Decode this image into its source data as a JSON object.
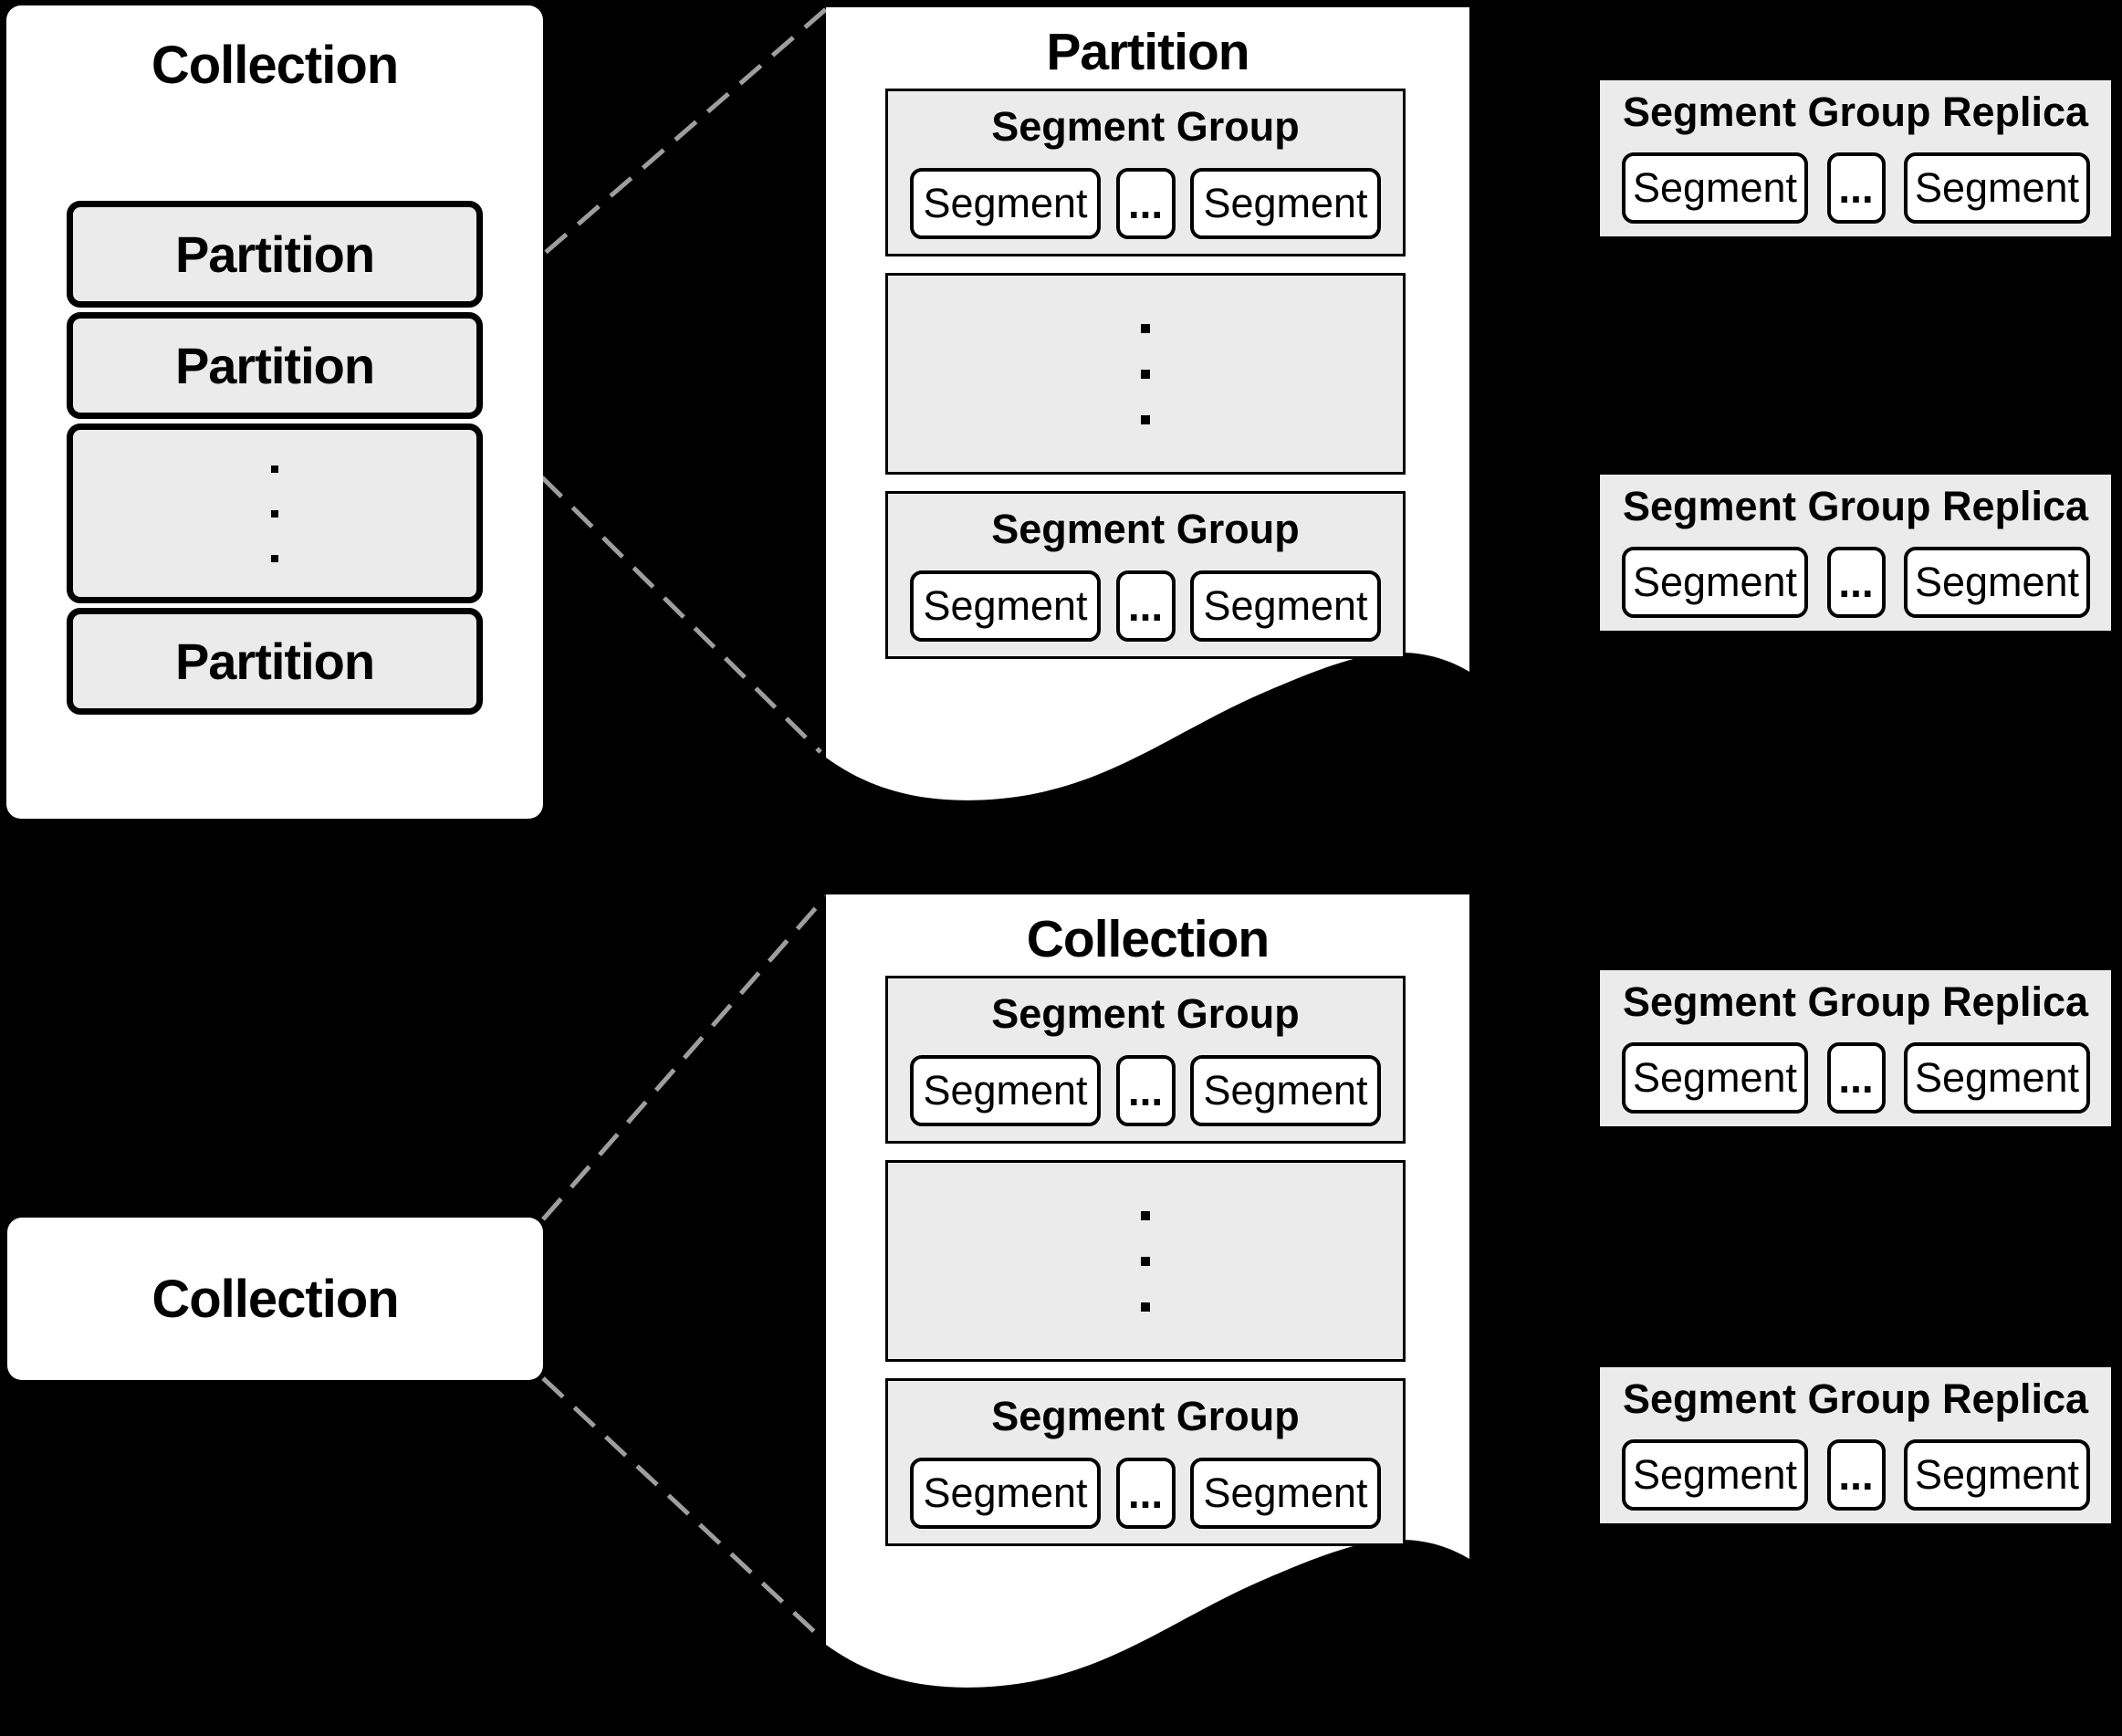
{
  "colors": {
    "background": "#000000",
    "panel_fill": "#ffffff",
    "box_fill": "#ebebeb",
    "border": "#000000",
    "dashed_line": "#9e9e9e"
  },
  "top": {
    "collection_panel": {
      "title": "Collection",
      "partition_labels": [
        "Partition",
        "Partition",
        "Partition"
      ],
      "vertical_ellipsis": "⋮"
    },
    "partition_document": {
      "title": "Partition",
      "segment_group_top": {
        "title": "Segment Group",
        "segment_left": "Segment",
        "ellipsis": "...",
        "segment_right": "Segment"
      },
      "vertical_ellipsis": "⋮",
      "segment_group_bottom": {
        "title": "Segment Group",
        "segment_left": "Segment",
        "ellipsis": "...",
        "segment_right": "Segment"
      }
    },
    "replica_top": {
      "title": "Segment Group Replica",
      "segment_left": "Segment",
      "ellipsis": "...",
      "segment_right": "Segment"
    },
    "replica_bottom": {
      "title": "Segment Group Replica",
      "segment_left": "Segment",
      "ellipsis": "...",
      "segment_right": "Segment"
    }
  },
  "bottom": {
    "collection_box": {
      "title": "Collection"
    },
    "collection_document": {
      "title": "Collection",
      "segment_group_top": {
        "title": "Segment Group",
        "segment_left": "Segment",
        "ellipsis": "...",
        "segment_right": "Segment"
      },
      "vertical_ellipsis": "⋮",
      "segment_group_bottom": {
        "title": "Segment Group",
        "segment_left": "Segment",
        "ellipsis": "...",
        "segment_right": "Segment"
      }
    },
    "replica_top": {
      "title": "Segment Group Replica",
      "segment_left": "Segment",
      "ellipsis": "...",
      "segment_right": "Segment"
    },
    "replica_bottom": {
      "title": "Segment Group Replica",
      "segment_left": "Segment",
      "ellipsis": "...",
      "segment_right": "Segment"
    }
  }
}
